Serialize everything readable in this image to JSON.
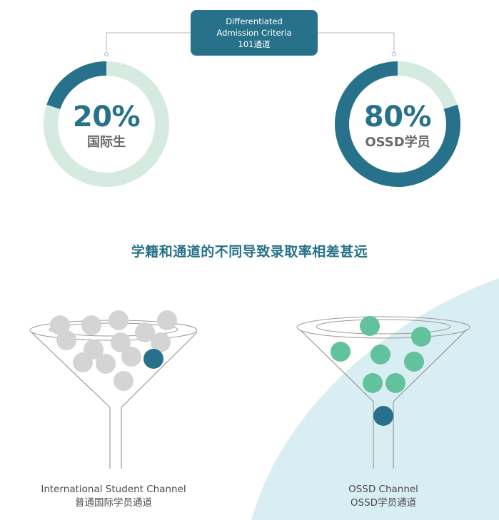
{
  "header": {
    "line1": "Differentiated",
    "line2": "Admission Criteria",
    "line3": "101通道"
  },
  "donut_left": {
    "percent": 20,
    "percent_label": "20%",
    "label": "国际生"
  },
  "donut_right": {
    "percent": 80,
    "percent_label": "80%",
    "label": "OSSD学员"
  },
  "headline": "学籍和通道的不同导致录取率相差甚远",
  "funnel_left": {
    "caption_en": "International Student Channel",
    "caption_zh": "普通国际学员通道"
  },
  "funnel_right": {
    "caption_en": "OSSD Channel",
    "caption_zh": "OSSD学员通道"
  },
  "colors": {
    "accent": "#27728a",
    "ring_light": "#d5ebe1",
    "ball_grey": "#d4d4d4",
    "ball_green": "#62c29e",
    "arc_bg": "#d9eef2",
    "funnel_stroke": "#9a9a9a"
  }
}
